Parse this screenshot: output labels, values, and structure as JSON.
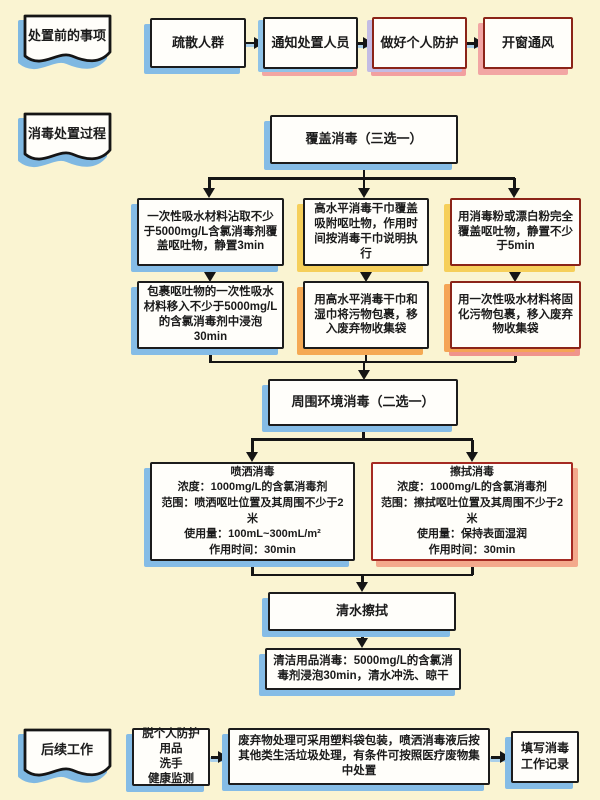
{
  "colors": {
    "background": "#FAF4D2",
    "box_fill": "#FFFEFA",
    "black_border": "#1C1C1C",
    "dark_red_border": "#8B2418",
    "red_border": "#A52A22",
    "shadow_blue": "#85BCE6",
    "shadow_pink": "#F2A6A2",
    "shadow_lavender": "#C3BCE4",
    "shadow_yellow": "#F6CF5A",
    "shadow_orange": "#F5A954",
    "shadow_salmon": "#F3A98C",
    "line": "#151515"
  },
  "banners": {
    "pre": "处置前的事项",
    "process": "消毒处置过程",
    "followup": "后续工作"
  },
  "pre_steps": [
    "疏散人群",
    "通知处置人员",
    "做好个人防护",
    "开窗通风"
  ],
  "cover": {
    "title": "覆盖消毒（三选一）"
  },
  "options": {
    "absorbent_cover": "一次性吸水材料沾取不少于5000mg/L含氯消毒剂覆盖呕吐物，静置3min",
    "drywipe_cover": "高水平消毒干巾覆盖吸附呕吐物，作用时间按消毒干巾说明执行",
    "powder_cover": "用消毒粉或漂白粉完全覆盖呕吐物，静置不少于5min",
    "absorbent_soak": "包裹呕吐物的一次性吸水材料移入不少于5000mg/L的含氯消毒剂中浸泡30min",
    "drywipe_wrap": "用高水平消毒干巾和湿巾将污物包裹，移入废弃物收集袋",
    "solidified_wrap": "用一次性吸水材料将固化污物包裹，移入废弃物收集袋"
  },
  "surrounding": {
    "title": "周围环境消毒（二选一）"
  },
  "spray": {
    "lines": [
      "喷洒消毒",
      "浓度：1000mg/L的含氯消毒剂",
      "范围：喷洒呕吐位置及其周围不少于2米",
      "使用量：100mL~300mL/m²",
      "作用时间：30min"
    ]
  },
  "wipe": {
    "lines": [
      "擦拭消毒",
      "浓度：1000mg/L的含氯消毒剂",
      "范围：擦拭呕吐位置及其周围不少于2米",
      "使用量：保持表面湿润",
      "作用时间：30min"
    ]
  },
  "rinse": {
    "title": "清水擦拭"
  },
  "tools": {
    "text": "清洁用品消毒：5000mg/L的含氯消毒剂浸泡30min，清水冲洗、晾干"
  },
  "followup": {
    "ppe": [
      "脱个人防护用品",
      "洗手",
      "健康监测"
    ],
    "waste": "废弃物处理可采用塑料袋包装，喷洒消毒液后按其他类生活垃圾处理，有条件可按照医疗废物集中处置",
    "record": "填写消毒工作记录"
  }
}
